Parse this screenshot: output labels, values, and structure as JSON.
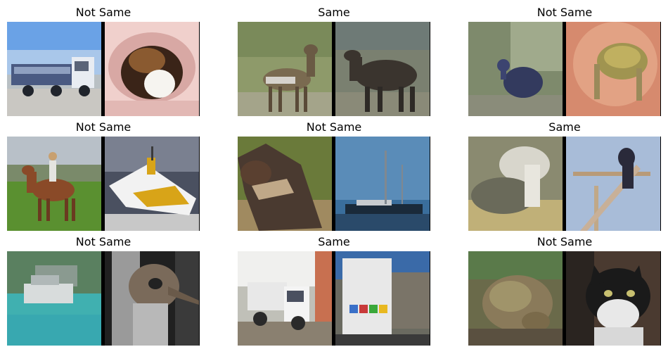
{
  "grid": [
    {
      "title": "Not Same",
      "left": "truck",
      "right": "cat"
    },
    {
      "title": "Same",
      "left": "deer",
      "right": "deer"
    },
    {
      "title": "Not Same",
      "left": "bird",
      "right": "frog"
    },
    {
      "title": "Not Same",
      "left": "horse",
      "right": "ship"
    },
    {
      "title": "Not Same",
      "left": "horse",
      "right": "ship"
    },
    {
      "title": "Same",
      "left": "bird",
      "right": "bird"
    },
    {
      "title": "Not Same",
      "left": "ship",
      "right": "bird"
    },
    {
      "title": "Same",
      "left": "truck",
      "right": "truck"
    },
    {
      "title": "Not Same",
      "left": "frog",
      "right": "cat"
    }
  ]
}
